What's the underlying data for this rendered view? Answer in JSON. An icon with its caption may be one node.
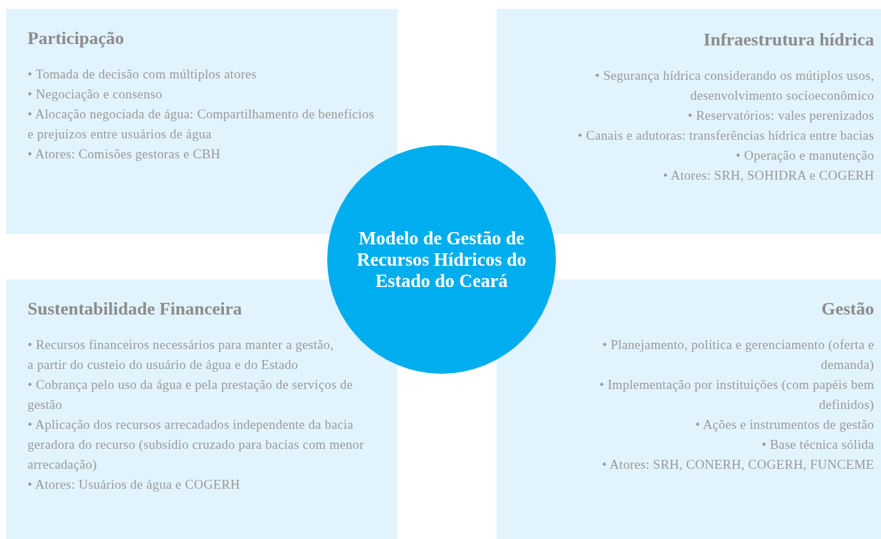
{
  "diagram": {
    "nodes": [
      {
        "text": [
          "Participação",
          "• Tomada de decisão com múltiplos atores",
          "• Negociação e consenso",
          "• Alocação negociada de água: Compartilhamento de benefícios e prejuízos entre usuários de água",
          "• Atores: Comisões gestoras e CBH"
        ]
      },
      {
        "text": [
          "Infraestrutura hídrica",
          "• Segurança hídrica considerando os mútiplos usos, desenvolvimento socioeconômico",
          "• Reservatórios: vales perenizados",
          "• Canais e adutoras: transferências hídrica entre bacias",
          "• Operação e manutenção",
          "• Atores: SRH, SOHIDRA e COGERH"
        ]
      },
      {
        "text": [
          "Sustentabilidade Financeira",
          "• Recursos financeiros necessários para manter a gestão, a partir do custeio do usuário de água e do Estado",
          "• Cobrança pelo uso da água e pela prestação de serviços de gestão",
          "• Aplicação dos recursos arrecadados independente da bacia geradora do recurso (subsídio cruzado para bacias com menor arrecadação)",
          "• Atores: Usuários de água e COGERH"
        ]
      },
      {
        "text": [
          "Gestão",
          "• Planejamento, política e gerenciamento (oferta e demanda)",
          "• Implementação por instituições (com papéis bem definidos)",
          "• Ações e instrumentos de gestão",
          "• Base técnica sólida",
          "• Atores: SRH, CONERH, COGERH, FUNCEME"
        ]
      },
      {
        "text": [
          "Modelo de Gestão de Recursos Hídricos do Estado do Ceará"
        ]
      }
    ],
    "edges": []
  }
}
